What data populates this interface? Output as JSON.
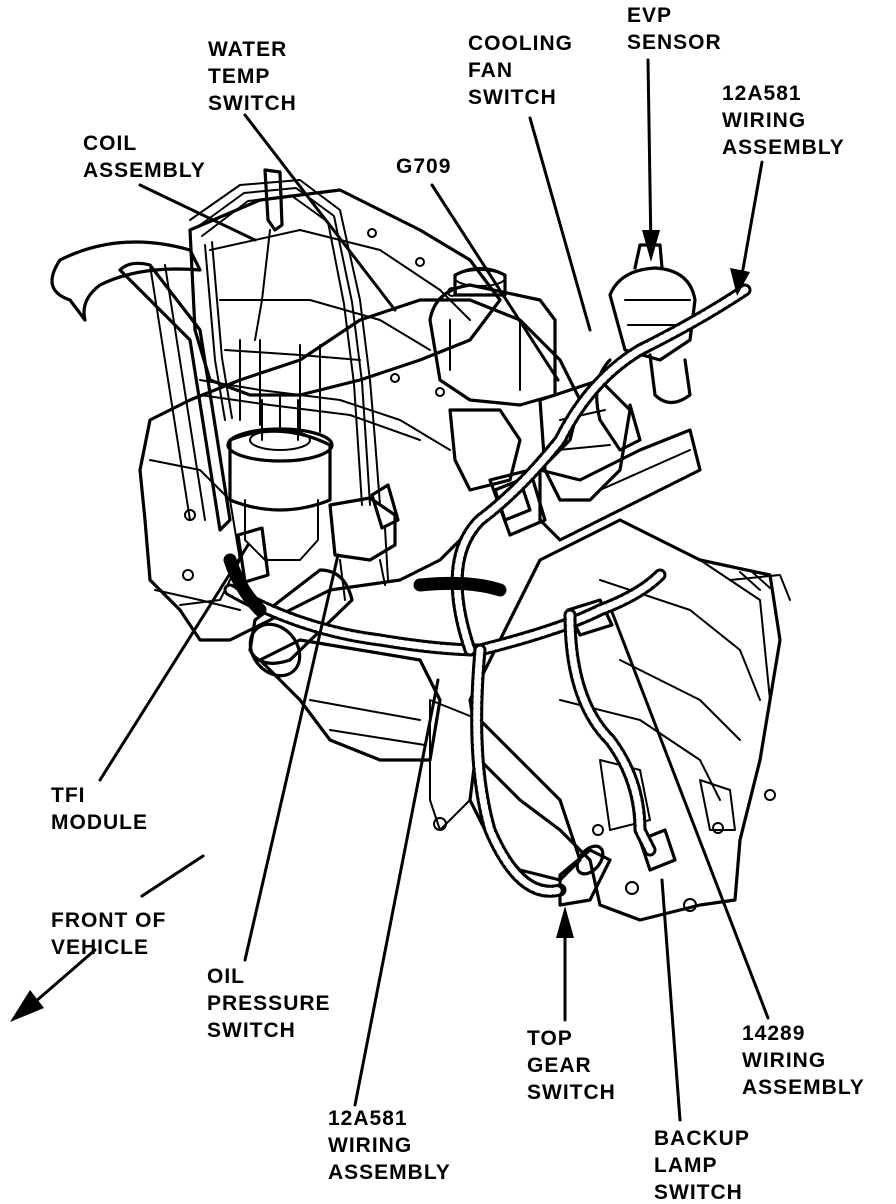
{
  "labels": {
    "water_temp_switch": [
      "WATER",
      "TEMP",
      "SWITCH"
    ],
    "cooling_fan_switch": [
      "COOLING",
      "FAN",
      "SWITCH"
    ],
    "evp_sensor": [
      "EVP",
      "SENSOR"
    ],
    "wiring_12a581_top": [
      "12A581",
      "WIRING",
      "ASSEMBLY"
    ],
    "coil_assembly": [
      "COIL",
      "ASSEMBLY"
    ],
    "g709": [
      "G709"
    ],
    "tfi_module": [
      "TFI",
      "MODULE"
    ],
    "front_of_vehicle": [
      "FRONT OF",
      "VEHICLE"
    ],
    "oil_pressure_switch": [
      "OIL",
      "PRESSURE",
      "SWITCH"
    ],
    "top_gear_switch": [
      "TOP",
      "GEAR",
      "SWITCH"
    ],
    "wiring_14289": [
      "14289",
      "WIRING",
      "ASSEMBLY"
    ],
    "wiring_12a581_bottom": [
      "12A581",
      "WIRING",
      "ASSEMBLY"
    ],
    "backup_lamp_switch": [
      "BACKUP",
      "LAMP",
      "SWITCH"
    ]
  }
}
